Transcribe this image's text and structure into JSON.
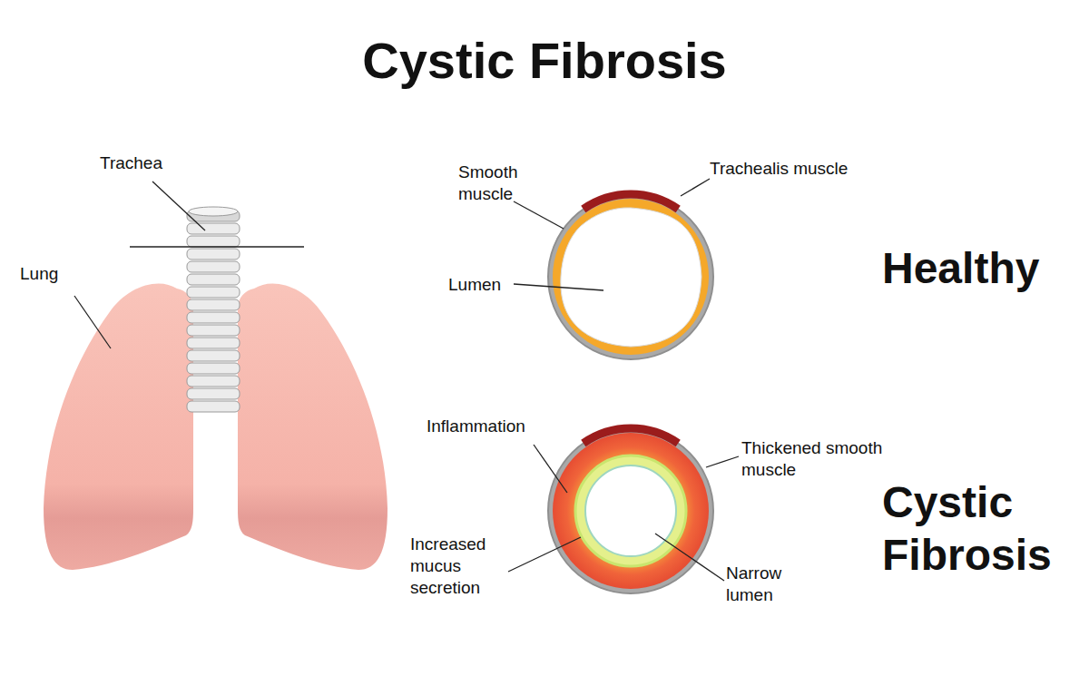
{
  "diagram": {
    "title": "Cystic Fibrosis",
    "labels": [
      "Trachea",
      "Lung",
      "Smooth muscle",
      "Trachealis muscle",
      "Lumen",
      "Healthy",
      "Inflammation",
      "Thickened smooth muscle",
      "Increased mucus secretion",
      "Narrow lumen",
      "Cystic Fibrosis"
    ]
  }
}
